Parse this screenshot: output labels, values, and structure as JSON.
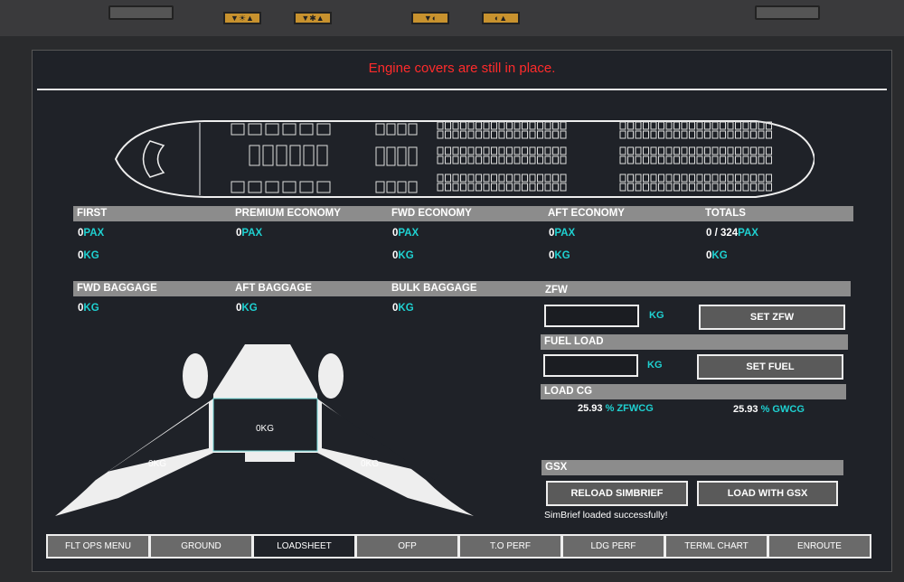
{
  "alert": "Engine covers are still in place.",
  "cabin": {
    "sections": [
      {
        "title": "FIRST",
        "pax": "0",
        "pax_unit": "PAX",
        "kg": "0",
        "kg_unit": "KG"
      },
      {
        "title": "PREMIUM ECONOMY",
        "pax": "0",
        "pax_unit": "PAX"
      },
      {
        "title": "FWD ECONOMY",
        "pax": "0",
        "pax_unit": "PAX",
        "kg": "0",
        "kg_unit": "KG"
      },
      {
        "title": "AFT ECONOMY",
        "pax": "0",
        "pax_unit": "PAX",
        "kg": "0",
        "kg_unit": "KG"
      },
      {
        "title": "TOTALS",
        "pax": "0 / 324",
        "pax_unit": "PAX",
        "kg": "0",
        "kg_unit": "KG"
      }
    ]
  },
  "baggage": [
    {
      "title": "FWD BAGGAGE",
      "kg": "0",
      "kg_unit": "KG"
    },
    {
      "title": "AFT BAGGAGE",
      "kg": "0",
      "kg_unit": "KG"
    },
    {
      "title": "BULK BAGGAGE",
      "kg": "0",
      "kg_unit": "KG"
    }
  ],
  "zfw": {
    "title": "ZFW",
    "value": "",
    "unit": "KG",
    "button": "SET ZFW"
  },
  "fuel": {
    "title": "FUEL LOAD",
    "value": "",
    "unit": "KG",
    "button": "SET FUEL",
    "tanks": {
      "center": "0KG",
      "left": "0KG",
      "right": "0KG"
    }
  },
  "cg": {
    "title": "LOAD CG",
    "zfwcg": "25.93",
    "zfwcg_unit": "% ZFWCG",
    "gwcg": "25.93",
    "gwcg_unit": "% GWCG"
  },
  "gsx": {
    "title": "GSX",
    "reload": "RELOAD SIMBRIEF",
    "load": "LOAD WITH GSX",
    "status": "SimBrief loaded successfully!"
  },
  "tabs": [
    "FLT OPS MENU",
    "GROUND",
    "LOADSHEET",
    "OFP",
    "T.O PERF",
    "LDG PERF",
    "TERML CHART",
    "ENROUTE"
  ],
  "active_tab": "LOADSHEET"
}
